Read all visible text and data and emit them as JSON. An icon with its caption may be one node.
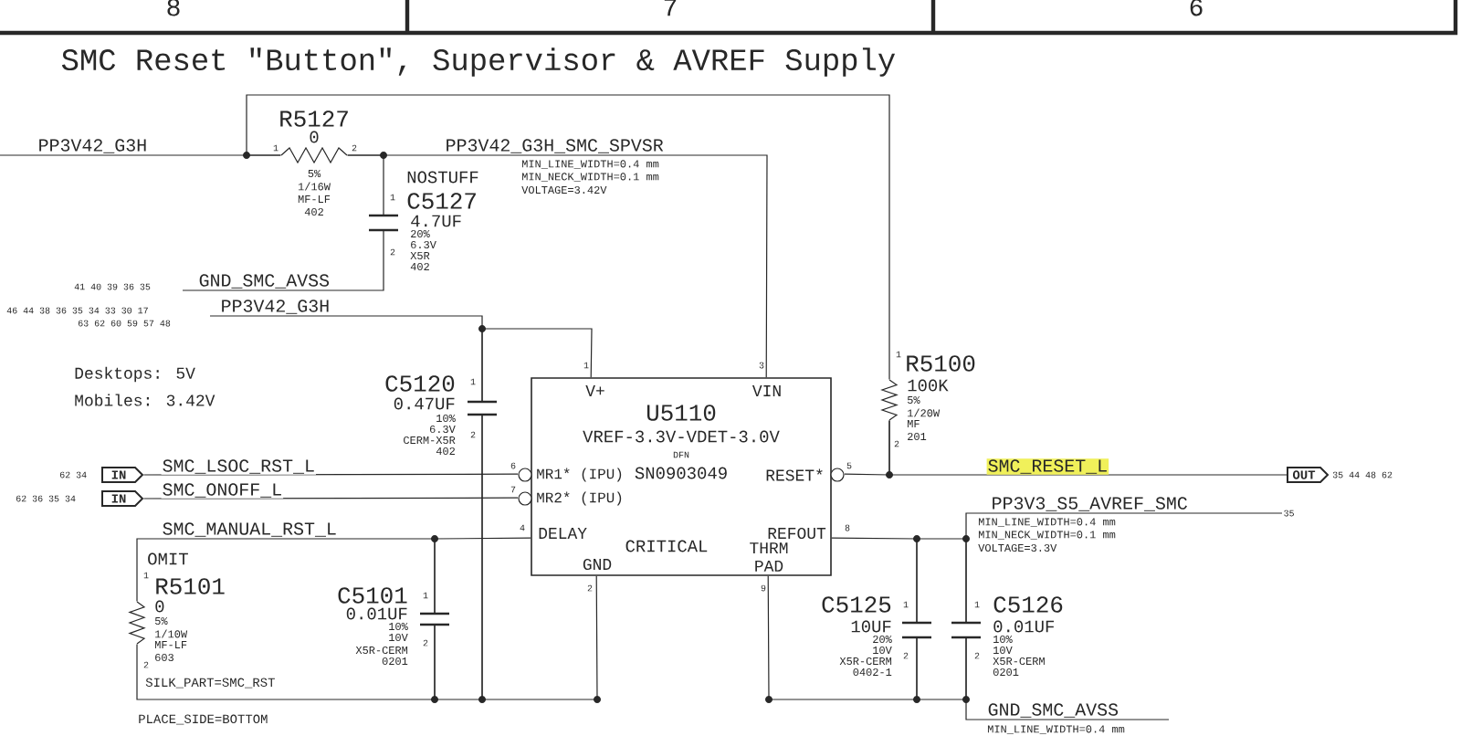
{
  "diagram": {
    "title": "SMC Reset \"Button\", Supervisor & AVREF Supply",
    "nodes": [
      {
        "text": [
          "R5127",
          "0",
          "5%",
          "1/16W",
          "MF-LF",
          "402",
          "1",
          "2"
        ]
      },
      {
        "text": [
          "NOSTUFF",
          "C5127",
          "4.7UF",
          "20%",
          "6.3V",
          "X5R",
          "402",
          "1",
          "2"
        ]
      },
      {
        "text": [
          "C5120",
          "0.47UF",
          "10%",
          "6.3V",
          "CERM-X5R",
          "402",
          "1",
          "2"
        ]
      },
      {
        "text": [
          "U5110",
          "VREF-3.3V-VDET-3.0V",
          "DFN",
          "SN0903049",
          "CRITICAL",
          "V+",
          "VIN",
          "MR1* (IPU)",
          "MR2* (IPU)",
          "RESET*",
          "DELAY",
          "REFOUT",
          "GND",
          "THRM PAD"
        ],
        "beside": [
          "1",
          "3",
          "6",
          "7",
          "5",
          "4",
          "8",
          "2",
          "9"
        ]
      },
      {
        "text": [
          "R5100",
          "100K",
          "5%",
          "1/20W",
          "MF",
          "201",
          "1",
          "2"
        ]
      },
      {
        "text": [
          "OUT"
        ],
        "beside": [
          "35 44 48 62"
        ]
      },
      {
        "text": [
          "IN"
        ],
        "beside": [
          "62 34"
        ]
      },
      {
        "text": [
          "IN"
        ],
        "beside": [
          "62 36 35 34"
        ]
      },
      {
        "text": [
          "OMIT",
          "R5101",
          "0",
          "5%",
          "1/10W",
          "MF-LF",
          "603",
          "1",
          "2"
        ]
      },
      {
        "text": [
          "C5101",
          "0.01UF",
          "10%",
          "10V",
          "X5R-CERM",
          "0201",
          "1",
          "2"
        ]
      },
      {
        "text": [
          "C5125",
          "10UF",
          "20%",
          "10V",
          "X5R-CERM",
          "0402-1",
          "1",
          "2"
        ]
      },
      {
        "text": [
          "C5126",
          "0.01UF",
          "10%",
          "10V",
          "X5R-CERM",
          "0201",
          "1",
          "2"
        ]
      },
      {
        "text": [
          "35"
        ]
      }
    ],
    "edges": [
      {
        "from": null,
        "to": 0,
        "arrow": "none",
        "label": "PP3V42_G3H"
      },
      {
        "from": 0,
        "to": 4,
        "arrow": "none"
      },
      {
        "from": 0,
        "to": 1,
        "arrow": "none"
      },
      {
        "from": 0,
        "to": 3,
        "arrow": "none",
        "label": "PP3V42_G3H_SMC_SPVSR"
      },
      {
        "from": 1,
        "to": null,
        "arrow": "none",
        "label": "GND_SMC_AVSS"
      },
      {
        "from": null,
        "to": 2,
        "arrow": "none",
        "label": "PP3V42_G3H"
      },
      {
        "from": 2,
        "to": 3,
        "arrow": "none"
      },
      {
        "from": 6,
        "to": 3,
        "arrow": "none",
        "label": "SMC_LSOC_RST_L"
      },
      {
        "from": 7,
        "to": 3,
        "arrow": "none",
        "label": "SMC_ONOFF_L"
      },
      {
        "from": 8,
        "to": 9,
        "arrow": "none",
        "label": "SMC_MANUAL_RST_L"
      },
      {
        "from": 9,
        "to": 3,
        "arrow": "none"
      },
      {
        "from": 8,
        "to": 9,
        "arrow": "none"
      },
      {
        "from": 9,
        "to": 2,
        "arrow": "none"
      },
      {
        "from": 2,
        "to": 3,
        "arrow": "none"
      },
      {
        "from": 3,
        "to": 10,
        "arrow": "none"
      },
      {
        "from": 10,
        "to": 11,
        "arrow": "none"
      },
      {
        "from": 11,
        "to": null,
        "arrow": "none",
        "label": "GND_SMC_AVSS"
      },
      {
        "from": 3,
        "to": 4,
        "arrow": "none"
      },
      {
        "from": 4,
        "to": 5,
        "arrow": "none",
        "label": "SMC_RESET_L"
      },
      {
        "from": 3,
        "to": 10,
        "arrow": "none"
      },
      {
        "from": 10,
        "to": 11,
        "arrow": "none"
      },
      {
        "from": 11,
        "to": 12,
        "arrow": "none",
        "label": "PP3V3_S5_AVREF_SMC"
      }
    ],
    "labels": [
      "8",
      "7",
      "6",
      "MIN_LINE_WIDTH=0.4 mm",
      "MIN_NECK_WIDTH=0.1 mm",
      "VOLTAGE=3.42V",
      "41 40 39 36 35",
      "46 44 38 36 35 34 33 30 17",
      "63 62 60 59 57 48",
      "Desktops: 5V",
      "Mobiles: 3.42V",
      "SILK_PART=SMC_RST",
      "PLACE_SIDE=BOTTOM",
      "MIN_LINE_WIDTH=0.4 mm",
      "MIN_NECK_WIDTH=0.1 mm",
      "VOLTAGE=3.3V",
      "MIN_LINE_WIDTH=0.4 mm"
    ]
  }
}
